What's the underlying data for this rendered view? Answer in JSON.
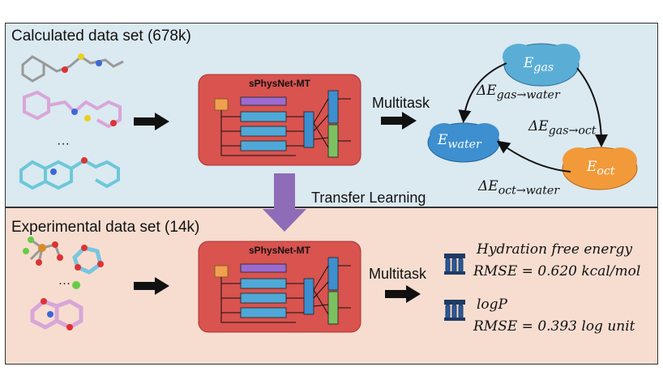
{
  "top": {
    "title": "Calculated data set (678k)",
    "network_label": "sPhysNet-MT",
    "ellipsis": "···",
    "multitask_label": "Multitask"
  },
  "transfer_label": "Transfer Learning",
  "cycle": {
    "gas": "E",
    "gas_sub": "gas",
    "water": "E",
    "water_sub": "water",
    "oct": "E",
    "oct_sub": "oct",
    "gas_to_water": "ΔE",
    "gas_to_water_sub": "gas→water",
    "gas_to_oct": "ΔE",
    "gas_to_oct_sub": "gas→oct",
    "oct_to_water": "ΔE",
    "oct_to_water_sub": "oct→water"
  },
  "bottom": {
    "title": "Experimental data set (14k)",
    "network_label": "sPhysNet-MT",
    "ellipsis": "···",
    "multitask_label": "Multitask",
    "results": [
      {
        "property": "Hydration free energy",
        "metric": "RMSE = 0.620 kcal/mol"
      },
      {
        "property": "logP",
        "metric": "RMSE = 0.393 log unit"
      }
    ]
  },
  "colors": {
    "top_bg": "#dbe9f1",
    "bottom_bg": "#f7ddd0",
    "net_bg": "#d9534f",
    "gas_cloud": "#5aaed6",
    "water_cloud": "#3d8fd0",
    "oct_cloud": "#f29a3a",
    "transfer_arrow": "#8e6cb8"
  }
}
